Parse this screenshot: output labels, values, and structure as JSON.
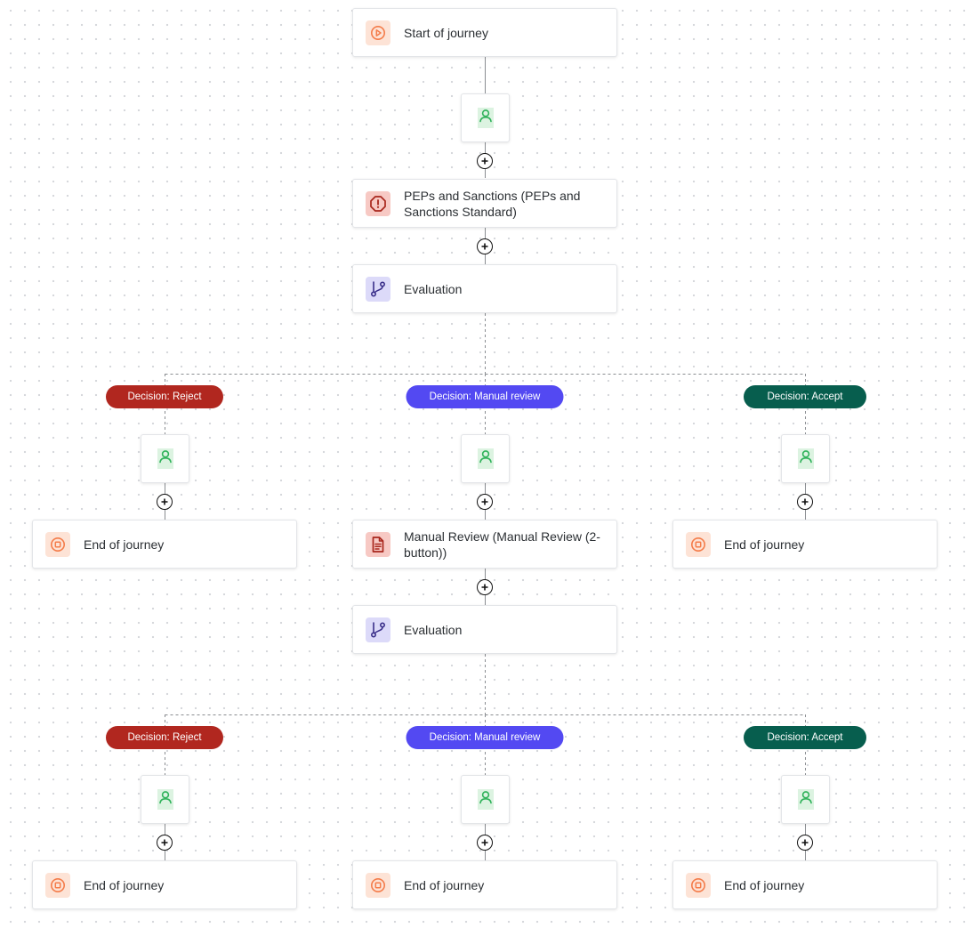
{
  "nodes": {
    "start": {
      "label": "Start of journey",
      "icon": "play-icon"
    },
    "peps": {
      "label": "PEPs and Sanctions (PEPs and Sanctions Standard)",
      "icon": "alert-octagon-icon"
    },
    "evaluation_1": {
      "label": "Evaluation",
      "icon": "git-branch-icon"
    },
    "manual_review": {
      "label": "Manual Review (Manual Review (2-button))",
      "icon": "document-icon"
    },
    "evaluation_2": {
      "label": "Evaluation",
      "icon": "git-branch-icon"
    },
    "end_1": {
      "label": "End of journey",
      "icon": "stop-icon"
    },
    "end_2": {
      "label": "End of journey",
      "icon": "stop-icon"
    },
    "end_3": {
      "label": "End of journey",
      "icon": "stop-icon"
    },
    "end_4": {
      "label": "End of journey",
      "icon": "stop-icon"
    },
    "end_5": {
      "label": "End of journey",
      "icon": "stop-icon"
    }
  },
  "decisions_1": {
    "reject": "Decision: Reject",
    "manual": "Decision: Manual review",
    "accept": "Decision: Accept"
  },
  "decisions_2": {
    "reject": "Decision: Reject",
    "manual": "Decision: Manual review",
    "accept": "Decision: Accept"
  },
  "colors": {
    "reject": "#b1271f",
    "manual_review": "#5349f2",
    "accept": "#075e4e",
    "end_icon": "#f47c4a",
    "user_icon": "#2fb25a"
  }
}
